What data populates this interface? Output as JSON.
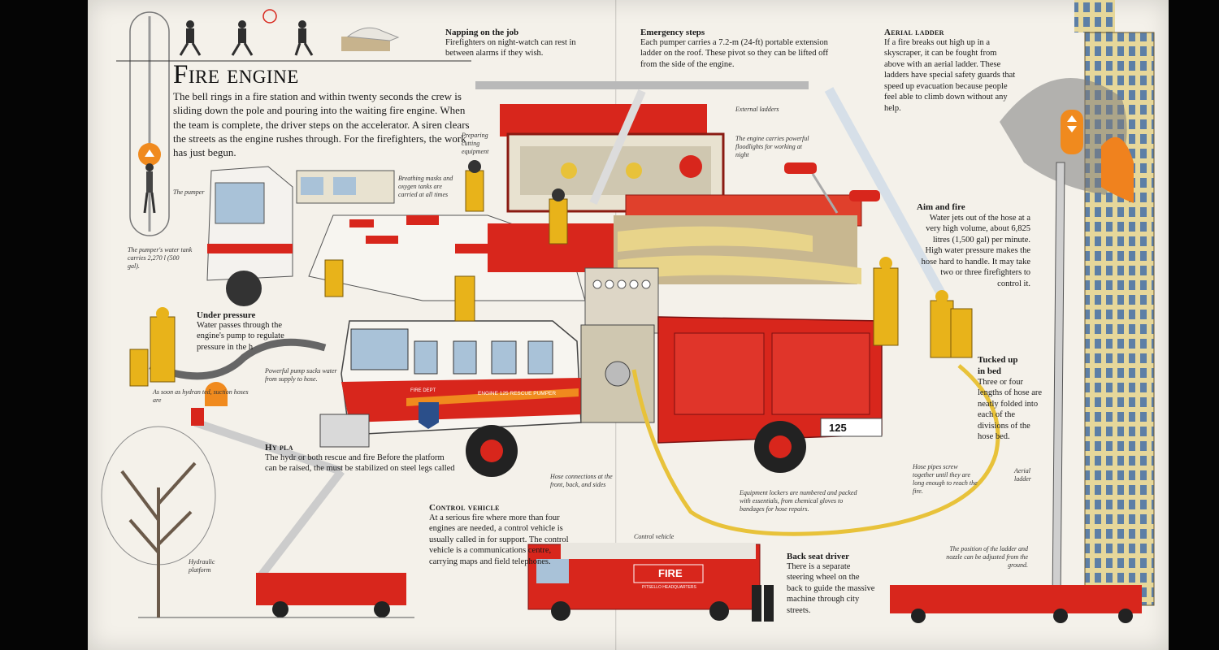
{
  "title": "Fire engine",
  "intro": "The bell rings in a fire station and within twenty seconds the crew is sliding down the pole and pouring into the waiting fire engine. When the team is complete, the driver steps on the accelerator. A siren clears the streets as the engine rushes through. For the firefighters, the work has just begun.",
  "sections": {
    "napping": {
      "heading": "Napping on the job",
      "text": "Firefighters on night-watch can rest in between alarms if they wish."
    },
    "emergency": {
      "heading": "Emergency steps",
      "text": "Each pumper carries a 7.2-m (24-ft) portable extension ladder on the roof. These pivot so they can be lifted off from the side of the engine."
    },
    "aerial": {
      "heading": "Aerial ladder",
      "text": "If a fire breaks out high up in a skyscraper, it can be fought from above with an aerial ladder. These ladders have special safety guards that speed up evacuation because people feel able to climb down without any help."
    },
    "aim": {
      "heading": "Aim and fire",
      "text": "Water jets out of the hose at a very high volume, about 6,825 litres (1,500 gal) per minute. High water pressure makes the hose hard to handle. It may take two or three firefighters to control it."
    },
    "tucked": {
      "heading": "Tucked up in bed",
      "text": "Three or four lengths of hose are neatly folded into each of the divisions of the hose bed."
    },
    "pressure": {
      "heading": "Under pressure",
      "text": "Water passes through the engine's pump to regulate pressure in the h"
    },
    "hydraulic": {
      "heading": "Hy      pla",
      "text": "The hydr        or both rescue and fire      Before the platform can be raised, the      must be stabilized on steel legs called"
    },
    "control": {
      "heading": "Control vehicle",
      "text": "At a serious fire where more than four engines are needed, a control vehicle is usually called in for support. The control vehicle is a communications centre, carrying maps and field telephones."
    },
    "backseat": {
      "heading": "Back seat driver",
      "text": "There is a separate steering wheel on the back to guide the massive machine through city streets."
    }
  },
  "captions": {
    "external_ladders": "External ladders",
    "preparing": "Preparing cutting equipment",
    "floodlights": "The engine carries powerful floodlights for working at night",
    "breathing": "Breathing masks and oxygen tanks are carried at all times",
    "pumper": "The pumper",
    "pumper_tank": "The pumper's water tank carries 2,270 l (500 gal).",
    "powerful_pump": "Powerful pump sucks water from supply to hose.",
    "hydrant": "As soon as hydran         ted, suction hoses are",
    "hose_connections": "Hose connections at the front, back, and sides",
    "lockers": "Equipment lockers are numbered and packed with essentials, from chemical gloves to bandages for hose repairs.",
    "hose_pipes": "Hose pipes screw together until they are long enough to reach the fire.",
    "aerial_ladder": "Aerial ladder",
    "ladder_position": "The position of the ladder and nozzle can be adjusted from the ground.",
    "hydraulic_platform": "Hydraulic platform",
    "control_vehicle": "Control vehicle"
  },
  "truck_labels": {
    "engine": "ENGINE 125  RESCUE PUMPER",
    "number": "125",
    "fire_dept": "FIRE DEPT",
    "control_fire": "FIRE",
    "control_sub": "PITSELLO HEADQUARTERS",
    "control_cab": "FIRE"
  },
  "colors": {
    "page": "#f4f1ea",
    "red": "#d8261c",
    "orange": "#f08a1e",
    "yellow": "#e8c23a"
  }
}
